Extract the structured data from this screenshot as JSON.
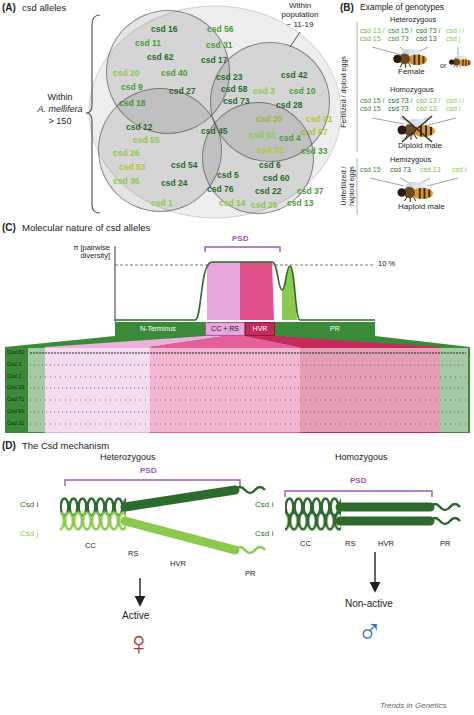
{
  "diagram": {
    "nodes": [
      {
        "text": [
          "csd 16",
          "csd 56",
          "csd 11",
          "csd 31",
          "csd 62",
          "csd 17",
          "csd 20",
          "csd 40",
          "csd 9",
          "csd 27",
          "csd 18"
        ]
      },
      {
        "text": [
          "csd 23",
          "csd 42",
          "csd 58",
          "csd 3",
          "csd 10",
          "csd 73",
          "csd 28",
          "csd 30",
          "csd 21",
          "csd 57"
        ]
      },
      {
        "text": [
          "csd 12",
          "csd 55",
          "csd 45",
          "csd 26",
          "csd 53",
          "csd 54",
          "csd 36",
          "csd 24",
          "csd 1"
        ]
      },
      {
        "text": [
          "csd 52",
          "csd 4",
          "csd 32",
          "csd 33",
          "csd 5",
          "csd 6",
          "csd 60",
          "csd 76",
          "csd 22",
          "csd 37",
          "csd 14",
          "csd 13",
          "csd 20"
        ]
      },
      {
        "text": [
          "N-Terminus",
          "PR"
        ]
      },
      {
        "text": [
          "CC + RS"
        ],
        "in": 4
      },
      {
        "text": [
          "HVR"
        ],
        "in": 4
      }
    ],
    "labels": [
      "(A)",
      "csd alleles",
      "Within",
      "A. mellifera",
      "> 150",
      "Within population",
      "~ 11-19",
      "(B)",
      "Example of genotypes",
      "Heterozygous",
      "csd 13 / csd 15",
      "csd 15 / csd 73",
      "csd 73 / csd 13",
      "csd i / csd j",
      "Female",
      "or",
      "Homozygous",
      "csd 15 / csd 15",
      "csd 73 / csd 73",
      "csd 13 / csd 13",
      "csd i / csd i",
      "Diploid male",
      "Hemizygous",
      "csd 15",
      "csd 73",
      "csd 13",
      "csd i",
      "Haploid male",
      "Fertilized / diploid eggs",
      "Unfertilized / haploid eggs",
      "(C)",
      "Molecular nature of csd alleles",
      "π [pairwise diversity]",
      "10 %",
      "PSD",
      "Csd 81",
      "Csd 1",
      "Csd 2",
      "Csd 29",
      "Csd 71",
      "Csd 91",
      "Csd 31",
      "(D)",
      "The Csd mechanism",
      "Heterozygous",
      "Homozygous",
      "PSD",
      "PSD",
      "Csd i",
      "Csd j",
      "CC",
      "RS",
      "HVR",
      "PR",
      "Active",
      "♀",
      "Csd i",
      "Csd i",
      "CC",
      "RS",
      "HVR",
      "PR",
      "Non-active",
      "♂",
      "Trends in Genetics"
    ]
  }
}
